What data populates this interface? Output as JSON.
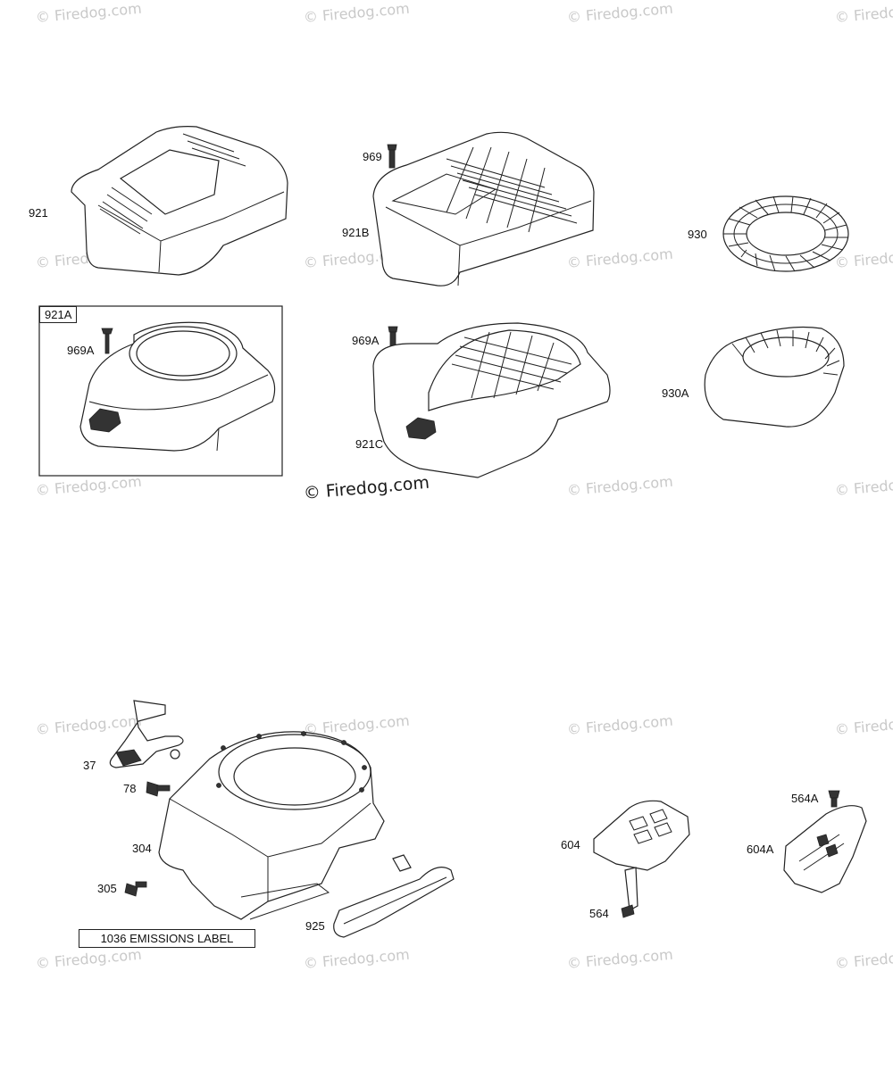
{
  "watermark": "© Firedog.com",
  "labels": {
    "p921": "921",
    "p921A": "921A",
    "p969A_left": "969A",
    "p969": "969",
    "p921B": "921B",
    "p969A_mid": "969A",
    "p921C": "921C",
    "p930": "930",
    "p930A": "930A",
    "p37": "37",
    "p78": "78",
    "p304": "304",
    "p305": "305",
    "p925": "925",
    "emissions": "1036 EMISSIONS LABEL",
    "p604": "604",
    "p564": "564",
    "p564A": "564A",
    "p604A": "604A"
  },
  "colors": {
    "line": "#222222",
    "watermark": "#c9c9c9"
  }
}
